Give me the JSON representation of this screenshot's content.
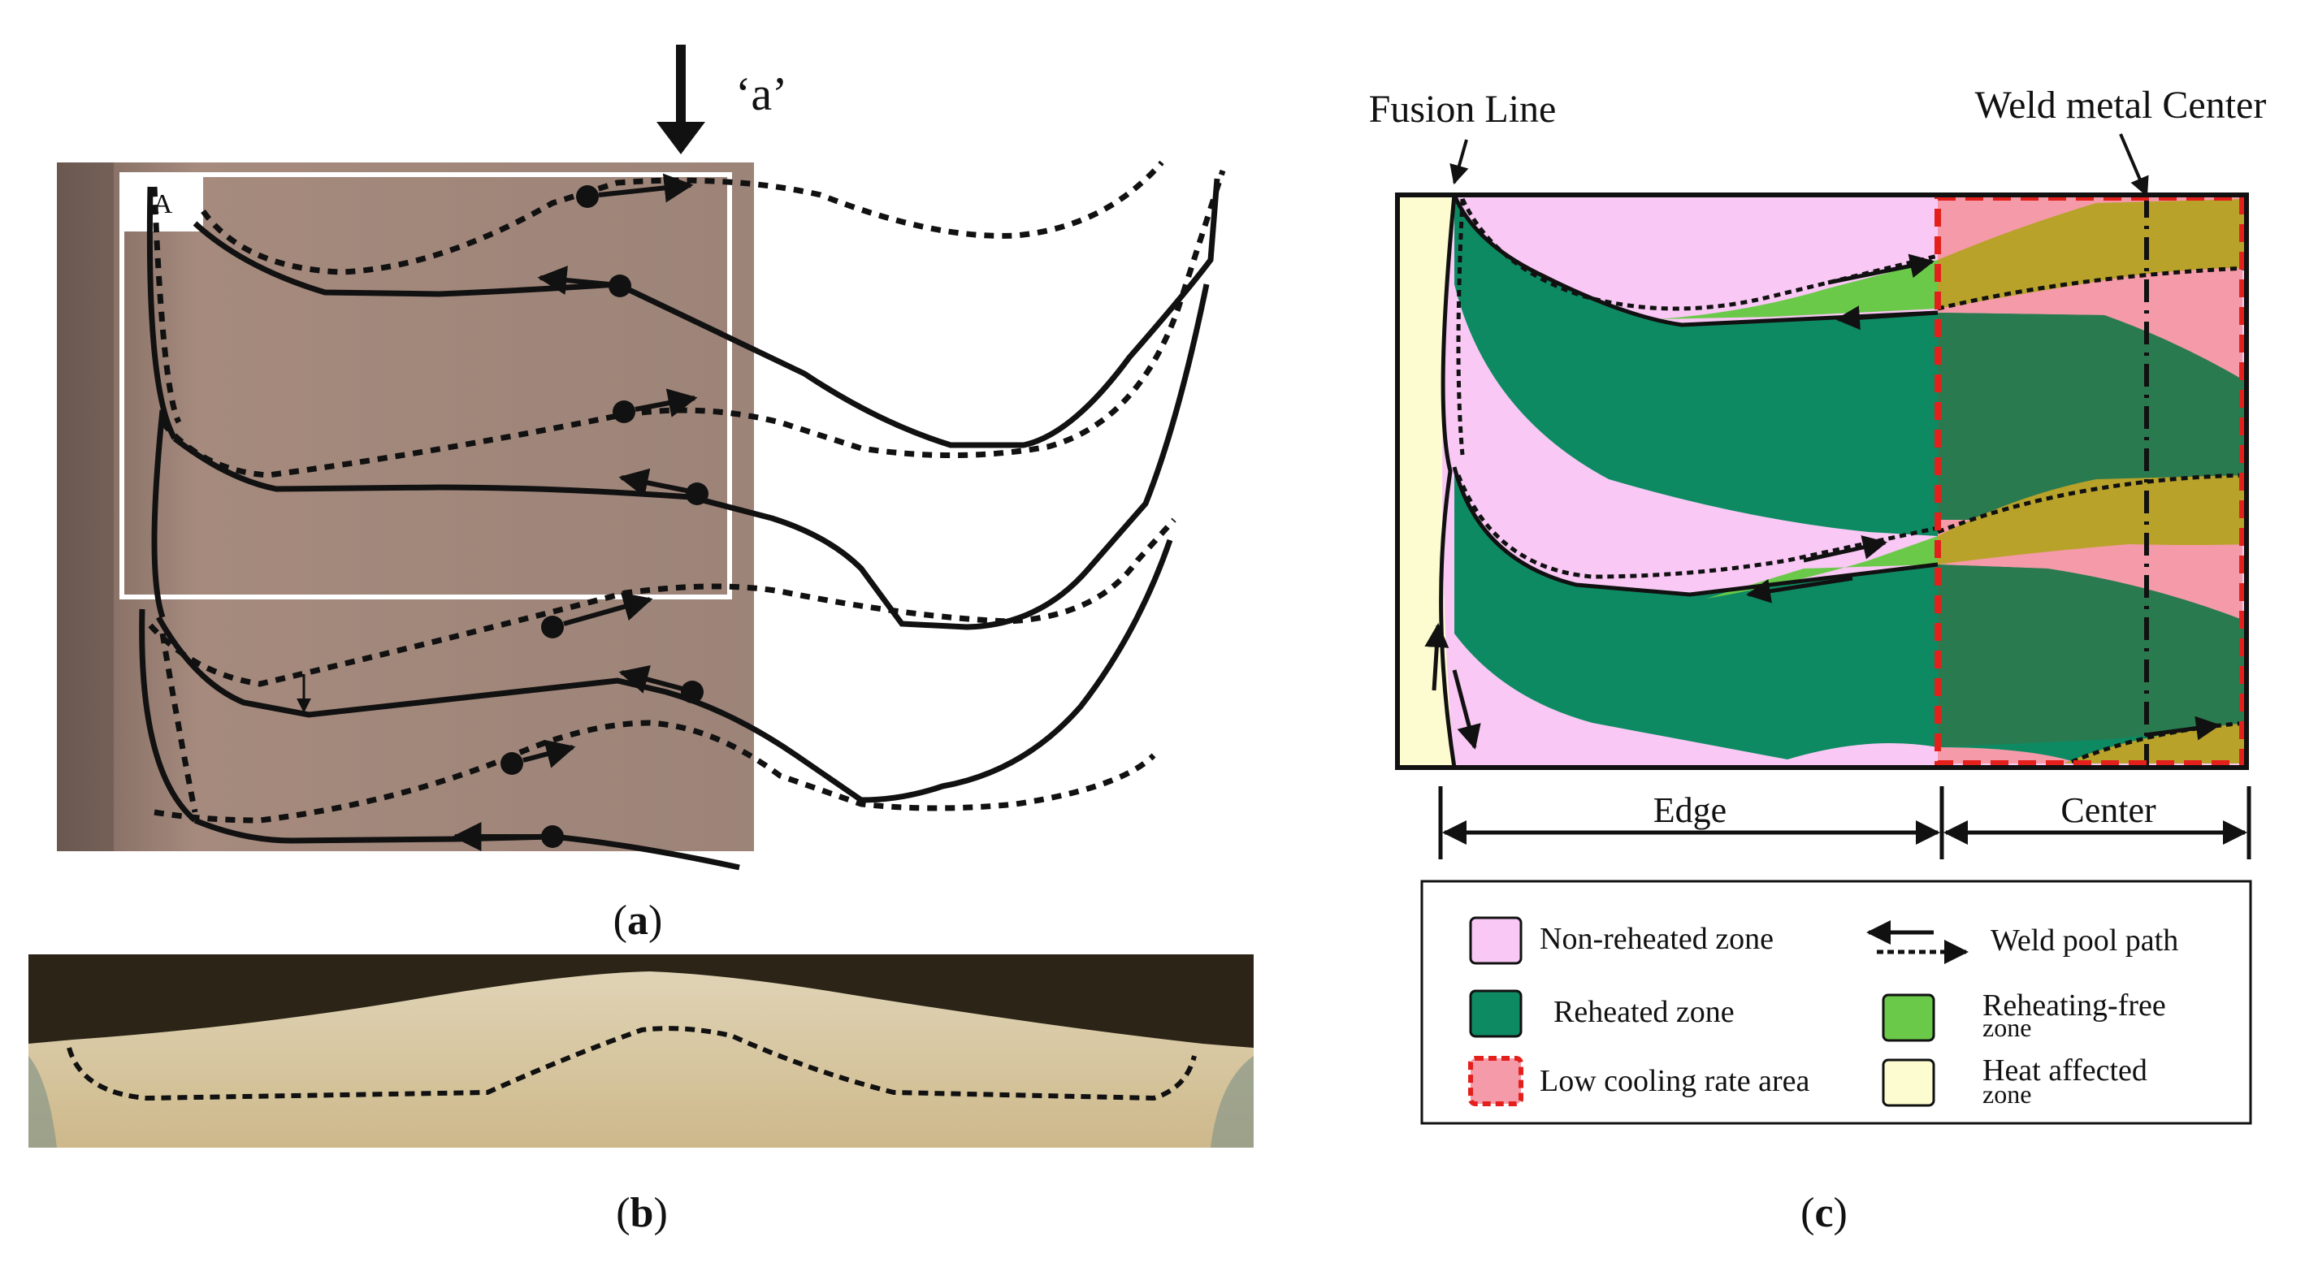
{
  "panel_a": {
    "caption_open": "(",
    "caption_letter": "a",
    "caption_close": ")",
    "arrow_label": "‘a’",
    "box_label": "A"
  },
  "panel_b": {
    "caption_open": "(",
    "caption_letter": "b",
    "caption_close": ")"
  },
  "panel_c": {
    "caption_open": "(",
    "caption_letter": "c",
    "caption_close": ")",
    "fusion_line_label": "Fusion Line",
    "weld_center_label": "Weld metal Center",
    "edge_label": "Edge",
    "center_label": "Center",
    "legend": {
      "non_reheated": "Non-reheated zone",
      "reheated": "Reheated zone",
      "low_cooling": "Low cooling rate area",
      "weld_pool_path": "Weld pool path",
      "reheating_free_1": "Reheating-free",
      "reheating_free_2": "zone",
      "haz_1": "Heat affected",
      "haz_2": "zone"
    }
  },
  "colors": {
    "non_reheated": "#f9c8f5",
    "reheated": "#0e8a62",
    "reheating_free": "#6bc94a",
    "haz": "#fdfcd0",
    "low_cooling_fill": "#f49aa8",
    "low_cooling_border": "#e3201c",
    "olive": "#b8a22a",
    "micro_dark": "#7d6357",
    "micro_base": "#a88c7e",
    "macro_fill": "#d8c8a0",
    "macro_dark": "#2b2417"
  }
}
